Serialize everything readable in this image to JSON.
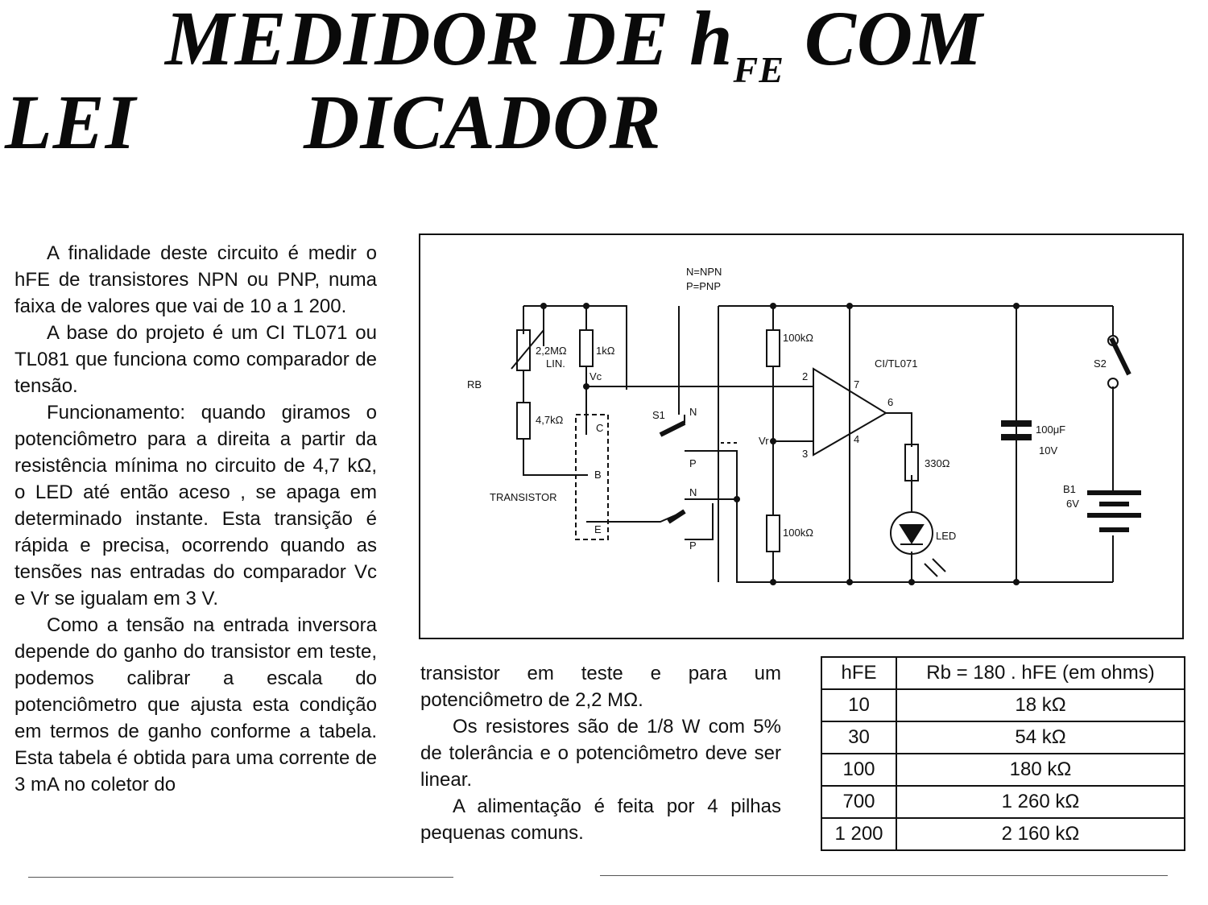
{
  "title": {
    "line1_main": "MEDIDOR DE h",
    "line1_sub": "FE",
    "line1_end": " COM",
    "line2_start": "LEI",
    "line2_end": "DICADOR"
  },
  "column1": {
    "p1": "A finalidade deste circuito é medir o hFE de transistores NPN ou PNP, numa faixa de valores que vai de 10 a 1 200.",
    "p2": "A base do projeto é um CI TL071 ou TL081 que funciona como comparador de tensão.",
    "p3": "Funcionamento: quando giramos o potenciômetro para a direita a partir da resistência mínima no circuito de 4,7 kΩ, o LED até então aceso , se apaga em determinado instante. Esta transição é rápida e precisa, ocorrendo quando as tensões nas entradas do comparador Vc e Vr se igualam em 3 V.",
    "p4": "Como a tensão na entrada inversora depende do ganho do transistor em teste, podemos calibrar a escala do potenciômetro que ajusta esta condição em termos de ganho conforme a tabela. Esta tabela é obtida para uma corrente de 3 mA no coletor do"
  },
  "column2": {
    "p1": "transistor em teste e para um potenciômetro de 2,2 MΩ.",
    "p2": "Os resistores são de 1/8 W com 5% de tolerância e o potenciômetro deve ser linear.",
    "p3": "A alimentação é feita por 4 pilhas pequenas comuns."
  },
  "diagram": {
    "legend_n": "N=NPN",
    "legend_p": "P=PNP",
    "rb": "RB",
    "pot": "2,2MΩ",
    "pot_type": "LIN.",
    "r1k": "1kΩ",
    "vc": "Vc",
    "r47": "4,7kΩ",
    "transistor": "TRANSISTOR",
    "pin_c": "C",
    "pin_b": "B",
    "pin_e": "E",
    "s1": "S1",
    "n": "N",
    "p": "P",
    "r100a": "100kΩ",
    "r100b": "100kΩ",
    "vr": "Vr",
    "ci": "CI/TL071",
    "pin2": "2",
    "pin3": "3",
    "pin4": "4",
    "pin6": "6",
    "pin7": "7",
    "r330": "330Ω",
    "led": "LED",
    "cap_value": "100μF",
    "cap_voltage": "10V",
    "s2": "S2",
    "battery": "B1",
    "battery_voltage": "6V"
  },
  "table": {
    "header_hfe": "hFE",
    "header_rb": "Rb = 180 . hFE (em ohms)",
    "rows": [
      {
        "hfe": "10",
        "rb": "18 kΩ"
      },
      {
        "hfe": "30",
        "rb": "54 kΩ"
      },
      {
        "hfe": "100",
        "rb": "180 kΩ"
      },
      {
        "hfe": "700",
        "rb": "1 260 kΩ"
      },
      {
        "hfe": "1 200",
        "rb": "2 160 kΩ"
      }
    ]
  }
}
